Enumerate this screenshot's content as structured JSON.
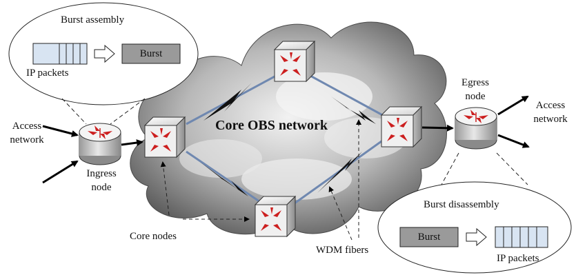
{
  "core_label": "Core OBS network",
  "burst_assembly": {
    "title": "Burst assembly",
    "burst": "Burst",
    "packets": "IP packets"
  },
  "burst_disassembly": {
    "title": "Burst disassembly",
    "burst": "Burst",
    "packets": "IP packets"
  },
  "access_left": {
    "line1": "Access",
    "line2": "network"
  },
  "access_right": {
    "line1": "Access",
    "line2": "network"
  },
  "ingress": {
    "line1": "Ingress",
    "line2": "node"
  },
  "egress": {
    "line1": "Egress",
    "line2": "node"
  },
  "core_nodes": "Core nodes",
  "wdm_fibers": "WDM fibers",
  "colors": {
    "cloud_dark": "#6d6d6d",
    "cloud_light": "#e6e6e6",
    "arrow_red": "#cc1f1f",
    "burst_fill": "#9a9a9a",
    "packet_fill": "#d8e4f2"
  }
}
